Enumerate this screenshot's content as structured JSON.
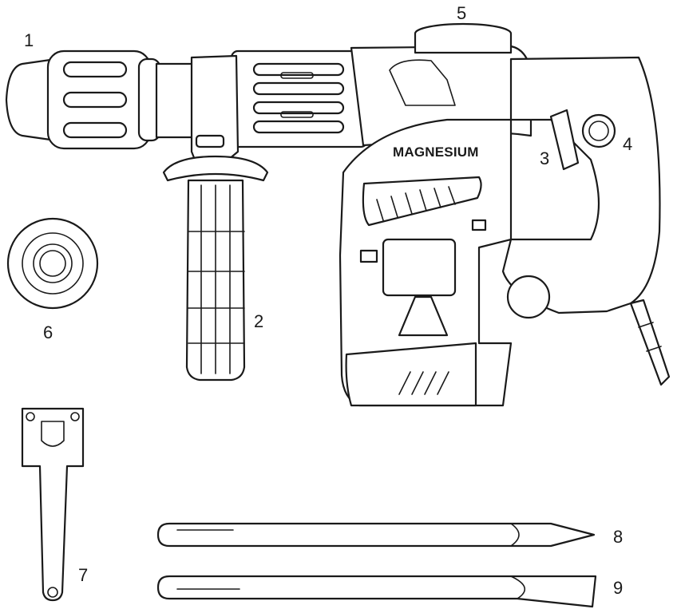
{
  "brand_label": "MAGNESIUM",
  "callouts": {
    "c1": "1",
    "c2": "2",
    "c3": "3",
    "c4": "4",
    "c5": "5",
    "c6": "6",
    "c7": "7",
    "c8": "8",
    "c9": "9"
  },
  "colors": {
    "ink": "#1a1a1a",
    "background": "#ffffff"
  }
}
